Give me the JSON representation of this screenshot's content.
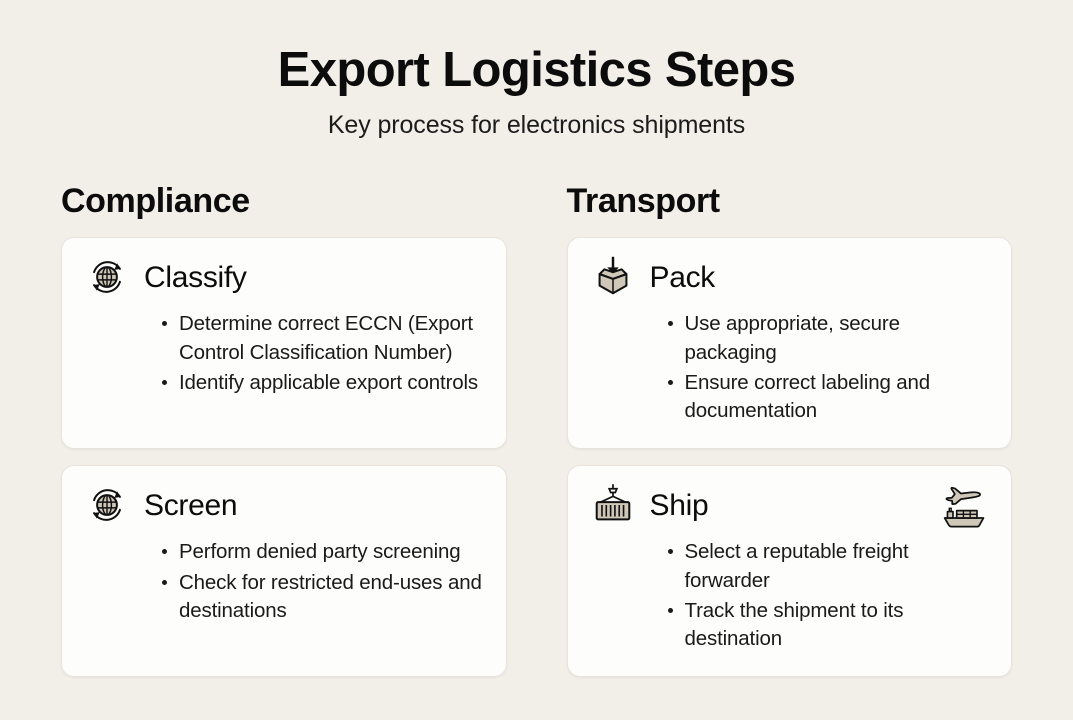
{
  "header": {
    "title": "Export Logistics Steps",
    "subtitle": "Key process for electronics shipments"
  },
  "colors": {
    "background": "#f2efe9",
    "card_background": "#fdfdfc",
    "card_border": "#e8e4dc",
    "text": "#111111",
    "icon_fill": "#cfc7b8",
    "icon_stroke": "#111111"
  },
  "columns": [
    {
      "heading": "Compliance",
      "cards": [
        {
          "title": "Classify",
          "icon": "globe-refresh-icon",
          "corner_icon": null,
          "bullets": [
            "Determine correct ECCN (Export Control Classification Number)",
            "Identify applicable export controls"
          ]
        },
        {
          "title": "Screen",
          "icon": "globe-refresh-icon",
          "corner_icon": null,
          "bullets": [
            "Perform denied party screening",
            "Check for restricted end-uses and destinations"
          ]
        }
      ]
    },
    {
      "heading": "Transport",
      "cards": [
        {
          "title": "Pack",
          "icon": "open-box-arrow-down-icon",
          "corner_icon": null,
          "bullets": [
            "Use appropriate, secure packaging",
            "Ensure correct labeling and documentation"
          ]
        },
        {
          "title": "Ship",
          "icon": "shipping-container-crane-icon",
          "corner_icon": "plane-cargo-ship-icon",
          "bullets": [
            "Select a reputable freight forwarder",
            "Track the shipment to its destination"
          ]
        }
      ]
    }
  ]
}
